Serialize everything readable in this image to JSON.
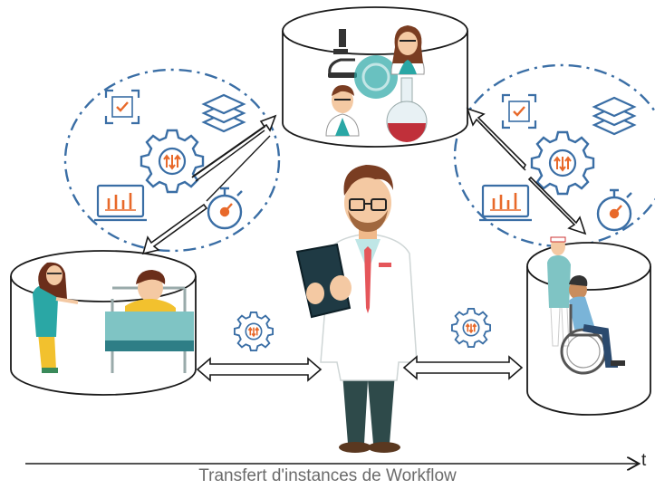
{
  "diagram": {
    "caption": "Transfert d'instances de Workflow",
    "time_axis_label": "t",
    "colors": {
      "outline": "#1a1a1a",
      "dash_circle": "#3a6ea5",
      "icon_blue": "#3a6ea5",
      "icon_orange": "#e8692a",
      "teal": "#2aa7a5",
      "skin": "#f4c9a3",
      "red_tie": "#e5565a"
    },
    "cylinders": [
      "lab-cylinder",
      "patient-bed-cylinder",
      "wheelchair-cylinder"
    ],
    "processes": [
      "left-workflow-circle",
      "right-workflow-circle"
    ],
    "icons": [
      "checklist-icon",
      "layers-icon",
      "gear-icon",
      "chart-icon",
      "stopwatch-icon"
    ]
  }
}
